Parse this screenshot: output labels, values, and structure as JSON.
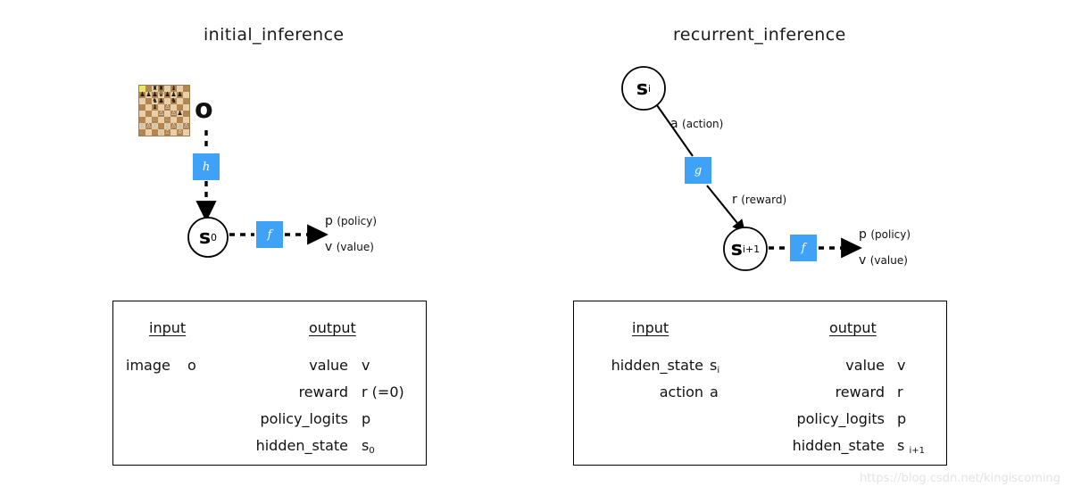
{
  "watermark": "https://blog.csdn.net/kingiscoming",
  "colors": {
    "op_box": "#3fa2f7",
    "ink": "#111111",
    "board_light": "#e8cfa9",
    "board_dark": "#b3854f",
    "board_highlight": "#e9e36a"
  },
  "panels": [
    {
      "id": "initial",
      "title": "initial_inference",
      "graph": {
        "observation_label": "o",
        "observation_icon": "chess-board-thumbnail",
        "function_box": "h",
        "state_node": {
          "letter": "s",
          "sub": "0"
        },
        "head_box": "f",
        "outputs": [
          {
            "symbol": "p",
            "paren": "(policy)"
          },
          {
            "symbol": "v",
            "paren": "(value)"
          }
        ]
      },
      "table": {
        "input_header": "input",
        "output_header": "output",
        "inputs": [
          {
            "key": "image",
            "value": "o",
            "sub": ""
          }
        ],
        "outputs": [
          {
            "key": "value",
            "value": "v",
            "sub": ""
          },
          {
            "key": "reward",
            "value": "r (=0)",
            "sub": ""
          },
          {
            "key": "policy_logits",
            "value": "p",
            "sub": ""
          },
          {
            "key": "hidden_state",
            "value": "s",
            "sub": "0"
          }
        ]
      }
    },
    {
      "id": "recurrent",
      "title": "recurrent_inference",
      "graph": {
        "state_in_node": {
          "letter": "s",
          "sub": "i"
        },
        "action_edge": {
          "symbol": "a",
          "paren": "(action)"
        },
        "function_box": "g",
        "reward_edge": {
          "symbol": "r",
          "paren": "(reward)"
        },
        "state_out_node": {
          "letter": "s",
          "sub": "i+1"
        },
        "head_box": "f",
        "outputs": [
          {
            "symbol": "p",
            "paren": "(policy)"
          },
          {
            "symbol": "v",
            "paren": "(value)"
          }
        ]
      },
      "table": {
        "input_header": "input",
        "output_header": "output",
        "inputs": [
          {
            "key": "hidden_state",
            "value": "s",
            "sub": "i"
          },
          {
            "key": "action",
            "value": "a",
            "sub": ""
          }
        ],
        "outputs": [
          {
            "key": "value",
            "value": "v",
            "sub": ""
          },
          {
            "key": "reward",
            "value": "r",
            "sub": ""
          },
          {
            "key": "policy_logits",
            "value": "p",
            "sub": ""
          },
          {
            "key": "hidden_state",
            "value": "s",
            "sub": "i+1"
          }
        ]
      }
    }
  ]
}
